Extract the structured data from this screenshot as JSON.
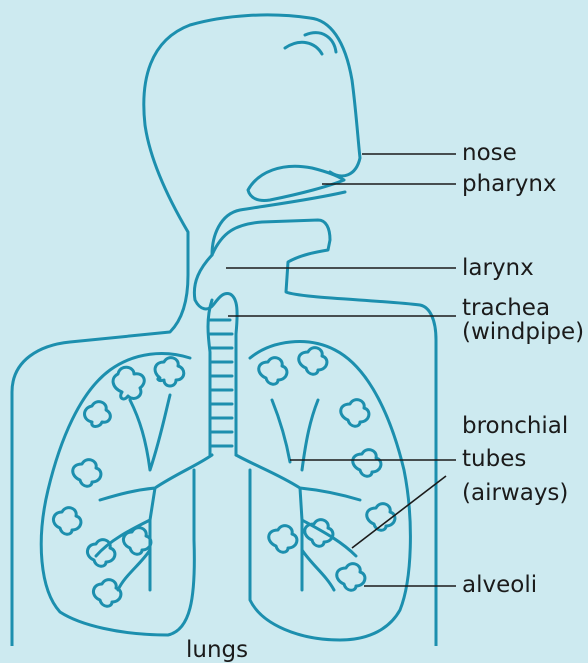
{
  "diagram": {
    "colors": {
      "background": "#cdeaf0",
      "outline": "#1c8fae",
      "leader": "#1b1b1b",
      "text": "#1b1b1b"
    },
    "labels": {
      "nose": "nose",
      "pharynx": "pharynx",
      "larynx": "larynx",
      "trachea": "trachea",
      "trachea_alt": "(windpipe)",
      "bronchial_1": "bronchial",
      "bronchial_2": "tubes",
      "bronchial_3": "(airways)",
      "alveoli": "alveoli",
      "lungs": "lungs"
    }
  }
}
